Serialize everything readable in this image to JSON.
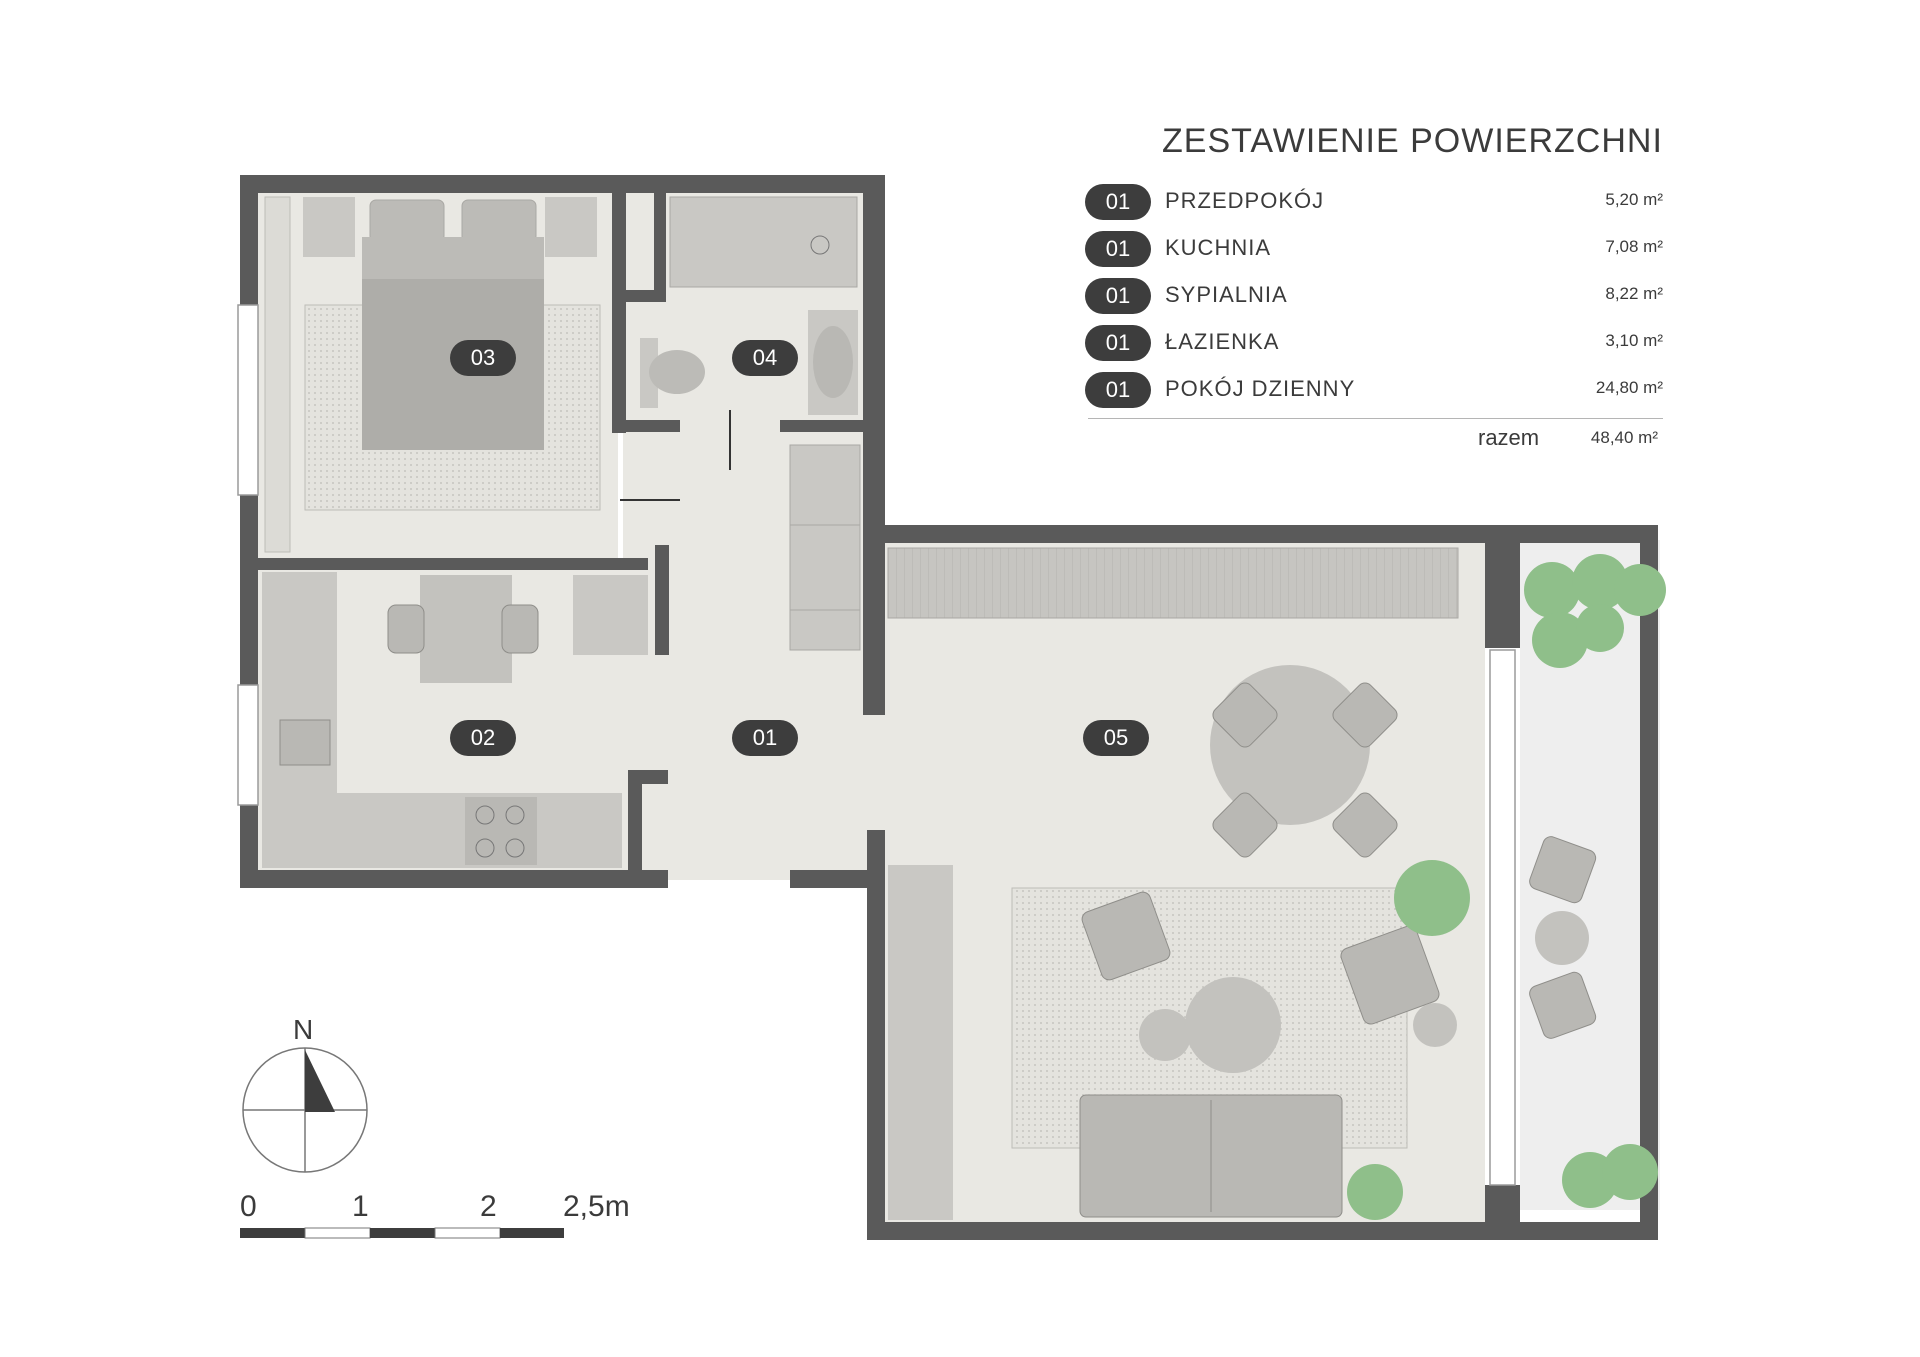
{
  "legend": {
    "title": "ZESTAWIENIE POWIERZCHNI",
    "rows": [
      {
        "badge": "01",
        "name": "PRZEDPOKÓJ",
        "area": "5,20 m²"
      },
      {
        "badge": "01",
        "name": "KUCHNIA",
        "area": "7,08 m²"
      },
      {
        "badge": "01",
        "name": "SYPIALNIA",
        "area": "8,22 m²"
      },
      {
        "badge": "01",
        "name": "ŁAZIENKA",
        "area": "3,10 m²"
      },
      {
        "badge": "01",
        "name": "POKÓJ DZIENNY",
        "area": "24,80 m²"
      }
    ],
    "total_label": "razem",
    "total_value": "48,40 m²"
  },
  "room_tags": {
    "hall": "01",
    "kitchen": "02",
    "bedroom": "03",
    "bathroom": "04",
    "living": "05"
  },
  "compass": {
    "label": "N"
  },
  "scale": {
    "labels": [
      "0",
      "1",
      "2",
      "2,5m"
    ]
  },
  "colors": {
    "wall": "#5a5a5a",
    "floor": "#e9e8e3",
    "furniture": "#c9c8c4",
    "furniture_dark": "#a9a8a4",
    "plant": "#8fbf8a",
    "terrace": "#eeeeee",
    "tag": "#3d3d3d"
  }
}
